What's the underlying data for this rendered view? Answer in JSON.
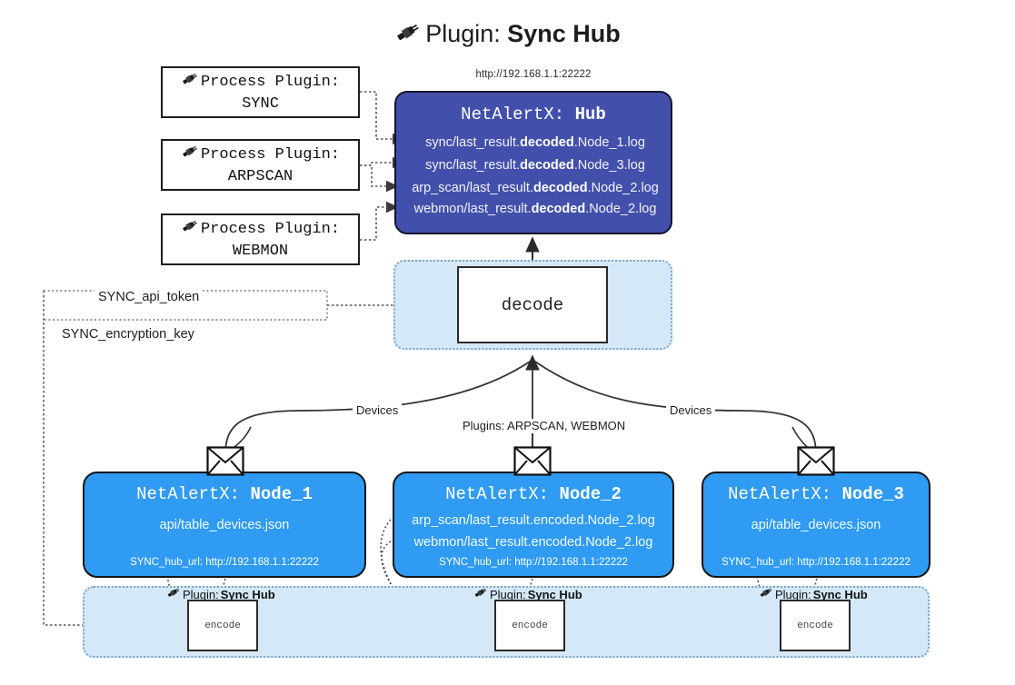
{
  "title": {
    "icon": "plug-icon",
    "label": "Plugin:",
    "value": "Sync Hub"
  },
  "hub": {
    "url": "http://192.168.1.1:22222",
    "title_prefix": "NetAlertX:",
    "title_name": "Hub",
    "lines": [
      {
        "pre": "sync/last_result.",
        "mid": "decoded",
        "post": ".Node_1.log"
      },
      {
        "pre": "sync/last_result.",
        "mid": "decoded",
        "post": ".Node_3.log"
      },
      {
        "pre": "arp_scan/last_result.",
        "mid": "decoded",
        "post": ".Node_2.log"
      },
      {
        "pre": "webmon/last_result.",
        "mid": "decoded",
        "post": ".Node_2.log"
      }
    ]
  },
  "process_plugins": [
    {
      "icon": "plug-icon",
      "label": "Process Plugin:",
      "name": "SYNC"
    },
    {
      "icon": "plug-icon",
      "label": "Process Plugin:",
      "name": "ARPSCAN"
    },
    {
      "icon": "plug-icon",
      "label": "Process Plugin:",
      "name": "WEBMON"
    }
  ],
  "decode": {
    "label": "decode"
  },
  "tokens": [
    {
      "label": "SYNC_api_token"
    },
    {
      "label": "SYNC_encryption_key"
    }
  ],
  "edge_labels": {
    "left_devices": "Devices",
    "right_devices": "Devices",
    "center_plugins": "Plugins: ARPSCAN, WEBMON"
  },
  "nodes": [
    {
      "title_prefix": "NetAlertX:",
      "title_name": "Node_1",
      "lines": [
        "api/table_devices.json"
      ],
      "footer": "SYNC_hub_url: http://192.168.1.1:22222",
      "envelope_icon": "envelope-icon"
    },
    {
      "title_prefix": "NetAlertX:",
      "title_name": "Node_2",
      "lines": [
        "arp_scan/last_result.encoded.Node_2.log",
        "webmon/last_result.encoded.Node_2.log"
      ],
      "footer": "SYNC_hub_url: http://192.168.1.1:22222",
      "envelope_icon": "envelope-icon"
    },
    {
      "title_prefix": "NetAlertX:",
      "title_name": "Node_3",
      "lines": [
        "api/table_devices.json"
      ],
      "footer": "SYNC_hub_url: http://192.168.1.1:22222",
      "envelope_icon": "envelope-icon"
    }
  ],
  "encoders": [
    {
      "caption_icon": "plug-icon",
      "caption_label": "Plugin:",
      "caption_value": "Sync Hub",
      "box_label": "encode"
    },
    {
      "caption_icon": "plug-icon",
      "caption_label": "Plugin:",
      "caption_value": "Sync Hub",
      "box_label": "encode"
    },
    {
      "caption_icon": "plug-icon",
      "caption_label": "Plugin:",
      "caption_value": "Sync Hub",
      "box_label": "encode"
    }
  ],
  "colors": {
    "hub_fill": "#4350ab",
    "node_fill": "#2f9bf2",
    "group_fill": "#d4e8f7",
    "group_border": "#7aa6c8",
    "stroke": "#2b2b2b"
  }
}
